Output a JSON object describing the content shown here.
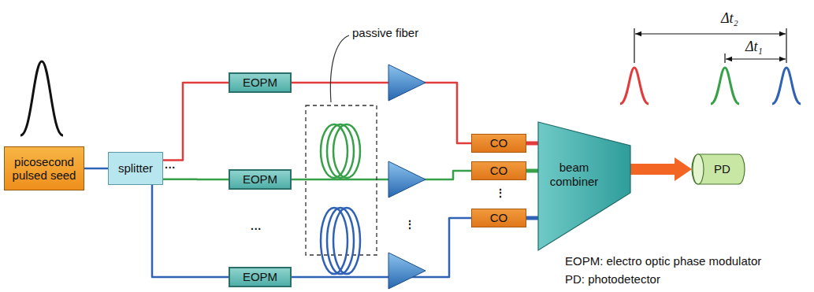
{
  "diagram": {
    "nodes": [
      {
        "text": [
          "picosecond pulsed seed"
        ]
      },
      {
        "text": [
          "splitter"
        ]
      },
      {
        "text": [
          "EOPM"
        ]
      },
      {
        "text": [
          "EOPM"
        ]
      },
      {
        "text": [
          "EOPM"
        ]
      },
      {
        "text": [
          "CO"
        ]
      },
      {
        "text": [
          "CO"
        ]
      },
      {
        "text": [
          "CO"
        ]
      },
      {
        "text": [
          "beam combiner"
        ]
      },
      {
        "text": [
          "PD"
        ]
      }
    ],
    "edges": [
      {
        "from": 0,
        "to": 1,
        "arrow": "none"
      },
      {
        "from": 1,
        "to": 2,
        "arrow": "none"
      },
      {
        "from": 1,
        "to": 3,
        "arrow": "none"
      },
      {
        "from": 1,
        "to": 4,
        "arrow": "none"
      },
      {
        "from": 2,
        "to": 5,
        "arrow": "none"
      },
      {
        "from": 3,
        "to": 6,
        "arrow": "none"
      },
      {
        "from": 4,
        "to": 7,
        "arrow": "none"
      },
      {
        "from": 5,
        "to": 8,
        "arrow": "none"
      },
      {
        "from": 6,
        "to": 8,
        "arrow": "none"
      },
      {
        "from": 7,
        "to": 8,
        "arrow": "none"
      },
      {
        "from": 8,
        "to": 9,
        "arrow": "to"
      }
    ],
    "labels": [
      "passive fiber",
      "Δt₂",
      "Δt₁",
      "···",
      "···",
      "⋮",
      "⋮",
      "EOPM: electro optic phase modulator",
      "PD: photodetector"
    ]
  }
}
